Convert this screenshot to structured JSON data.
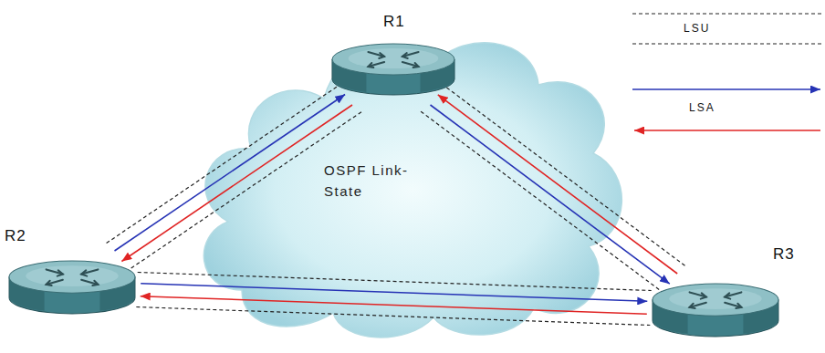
{
  "diagram": {
    "nodes": [
      {
        "text": [
          "R1"
        ]
      },
      {
        "text": [
          "R2"
        ]
      },
      {
        "text": [
          "R3"
        ]
      },
      {
        "text": [
          "OSPF Link-State"
        ]
      }
    ],
    "edges": [
      {
        "from": 1,
        "to": 0,
        "arrow": "to"
      },
      {
        "from": 0,
        "to": 1,
        "arrow": "to"
      },
      {
        "from": 0,
        "to": 2,
        "arrow": "to"
      },
      {
        "from": 2,
        "to": 0,
        "arrow": "to"
      },
      {
        "from": 1,
        "to": 2,
        "arrow": "to"
      },
      {
        "from": 2,
        "to": 1,
        "arrow": "to"
      },
      {
        "from": 0,
        "to": 1,
        "arrow": "none"
      },
      {
        "from": 0,
        "to": 2,
        "arrow": "none"
      },
      {
        "from": 1,
        "to": 2,
        "arrow": "none"
      }
    ],
    "legend": [
      {
        "text": "LSU"
      },
      {
        "text": "LSA"
      }
    ]
  }
}
